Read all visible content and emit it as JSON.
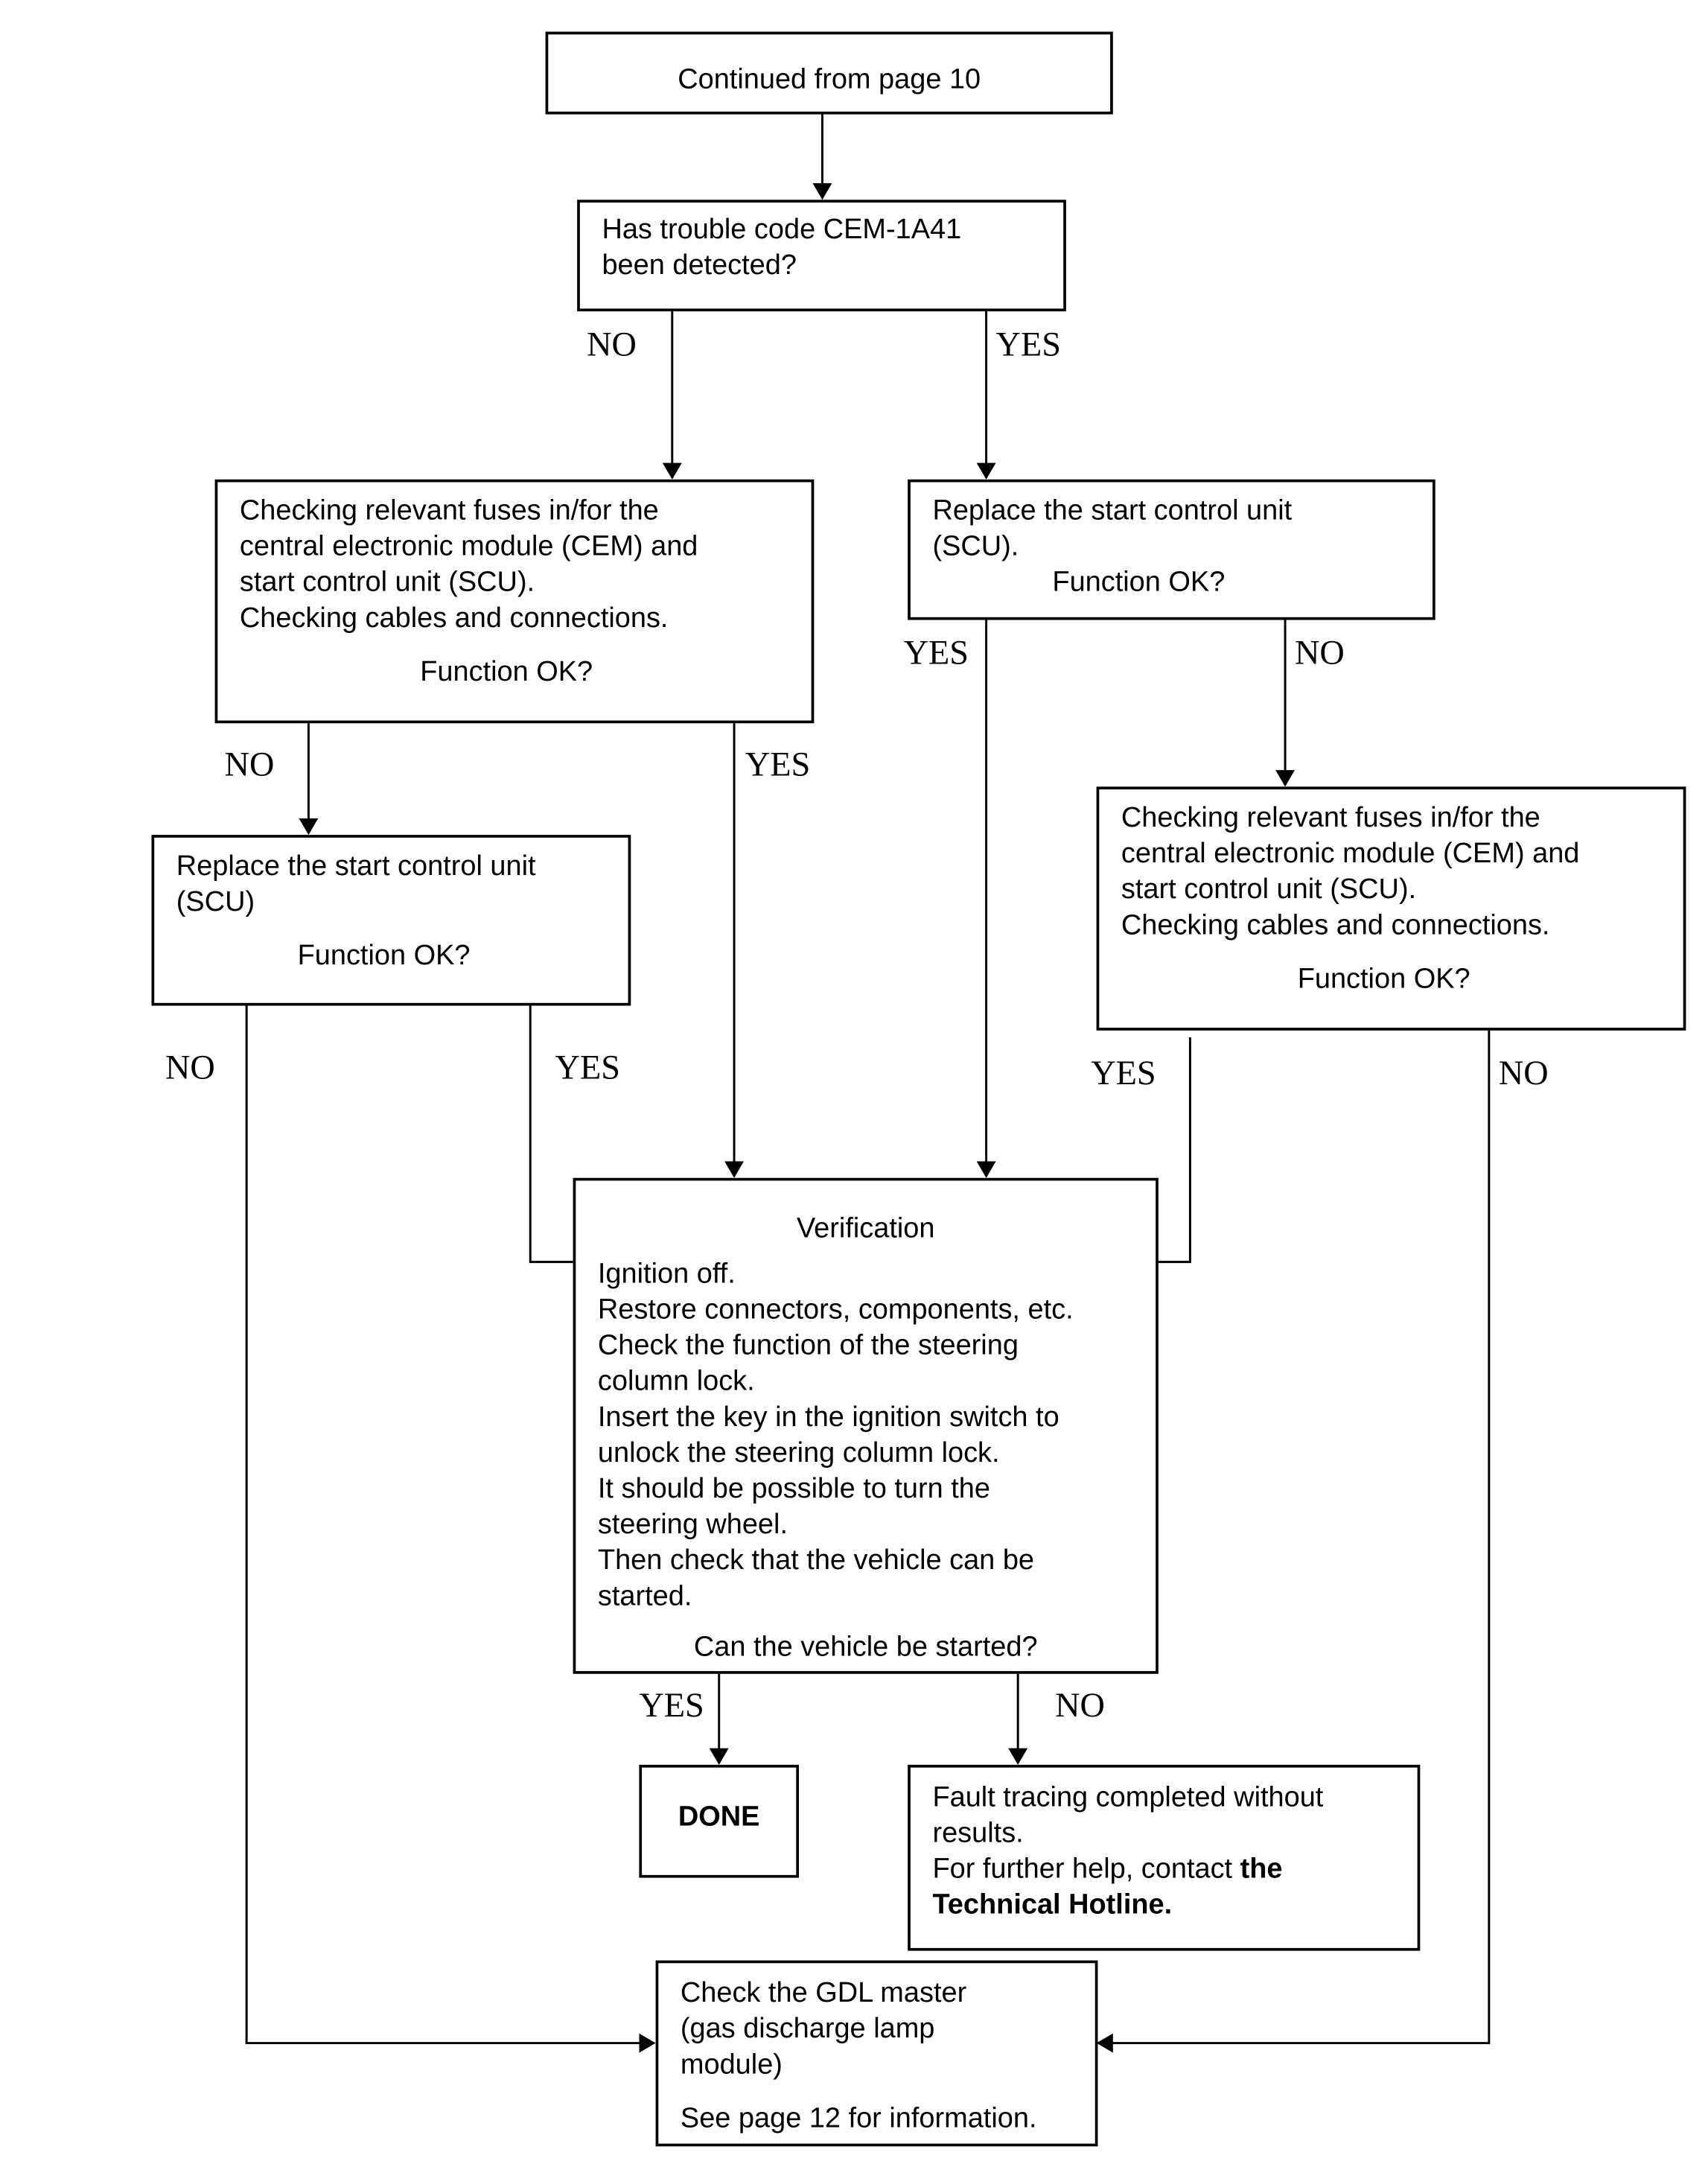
{
  "start": {
    "text": "Continued from page 10"
  },
  "q1": {
    "lines": [
      "Has trouble code CEM-1A41",
      "been detected?"
    ],
    "no": "NO",
    "yes": "YES"
  },
  "fuses_left": {
    "lines": [
      "Checking relevant fuses in/for the",
      "central electronic module (CEM) and",
      "start control unit (SCU).",
      "Checking cables and connections."
    ],
    "question": "Function OK?",
    "no": "NO",
    "yes": "YES"
  },
  "replace_right": {
    "lines": [
      "Replace the start control unit",
      "(SCU)."
    ],
    "question": "Function OK?",
    "no": "NO",
    "yes": "YES"
  },
  "fuses_right": {
    "lines": [
      "Checking relevant fuses in/for the",
      "central electronic module (CEM) and",
      "start control unit (SCU).",
      "Checking cables and connections."
    ],
    "question": "Function OK?",
    "no": "NO",
    "yes": "YES"
  },
  "replace_left": {
    "lines": [
      "Replace the start control unit",
      "(SCU)"
    ],
    "question": "Function OK?",
    "no": "NO",
    "yes": "YES"
  },
  "verification": {
    "title": "Verification",
    "lines": [
      "Ignition off.",
      "Restore connectors, components, etc.",
      "Check the function of the steering",
      "column lock.",
      "Insert the key in the ignition switch to",
      "unlock the steering column lock.",
      "It should be possible to turn the",
      "steering wheel.",
      "Then check that the vehicle can be",
      "started."
    ],
    "question": "Can the vehicle be started?",
    "no": "NO",
    "yes": "YES"
  },
  "done": {
    "text": "DONE"
  },
  "fault": {
    "line1": "Fault tracing completed without",
    "line2": "results.",
    "line3_plain": "For further help, contact ",
    "line3_bold": "the",
    "line4_bold": "Technical Hotline."
  },
  "gdl": {
    "lines": [
      "Check the GDL master",
      "(gas discharge lamp",
      "module)"
    ],
    "note": "See page 12 for information."
  }
}
